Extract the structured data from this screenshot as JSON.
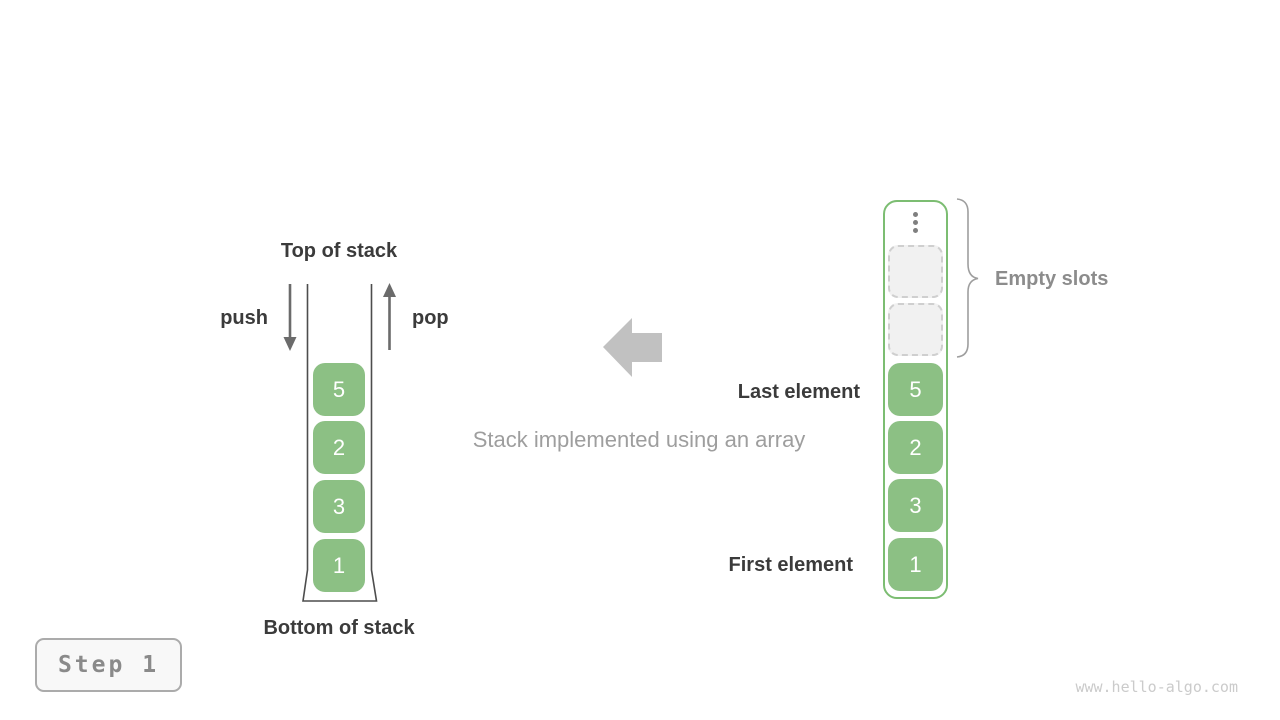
{
  "left_stack": {
    "top_label": "Top of stack",
    "push_label": "push",
    "pop_label": "pop",
    "items": [
      "5",
      "2",
      "3",
      "1"
    ],
    "bottom_label": "Bottom of stack"
  },
  "center": {
    "arrow_icon": "left-arrow",
    "caption": "Stack implemented using an array"
  },
  "array_column": {
    "ellipsis_icon": "vertical-ellipsis",
    "empty_slot_count": 2,
    "items": [
      "5",
      "2",
      "3",
      "1"
    ],
    "brace_icon": "right-curly-brace",
    "empty_slots_label": "Empty slots",
    "last_element_label": "Last element",
    "first_element_label": "First element"
  },
  "footer": {
    "step_label": "Step 1",
    "watermark": "www.hello-algo.com"
  },
  "colors": {
    "cell_green": "#8cc084",
    "array_border_green": "#7cbd72",
    "empty_slot_fill": "#f1f1f1",
    "empty_slot_border": "#cfcfcf",
    "dark_label": "#3b3b3b",
    "muted_gray": "#9e9e9e",
    "big_arrow_gray": "#c1c1c1",
    "small_arrow_gray": "#6b6b6b",
    "container_outline": "#4d4d4d",
    "watermark_gray": "#cbcbcb"
  }
}
